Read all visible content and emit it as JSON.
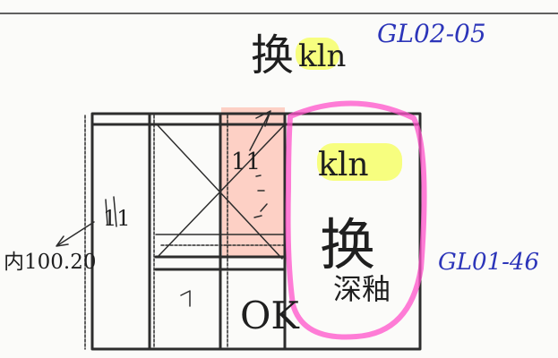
{
  "top_annotation": {
    "prefix": "换",
    "handwritten_tag": "kln",
    "code": "GL02-05"
  },
  "right_annotation": {
    "code": "GL01-46"
  },
  "left_annotation": {
    "measure": "内100.20"
  },
  "panels": {
    "left_mark": "11",
    "upper_middle_mark": "11",
    "lower_middle_text": "OK",
    "right_top_tag": "kln",
    "right_main_text": "换",
    "right_sub_text": "深釉"
  },
  "colors": {
    "pink_circle": "#ff52c9",
    "orange_highlight": "#ff9c86",
    "yellow_highlight": "#f5ff55",
    "blue_ink": "#2c35b9"
  }
}
